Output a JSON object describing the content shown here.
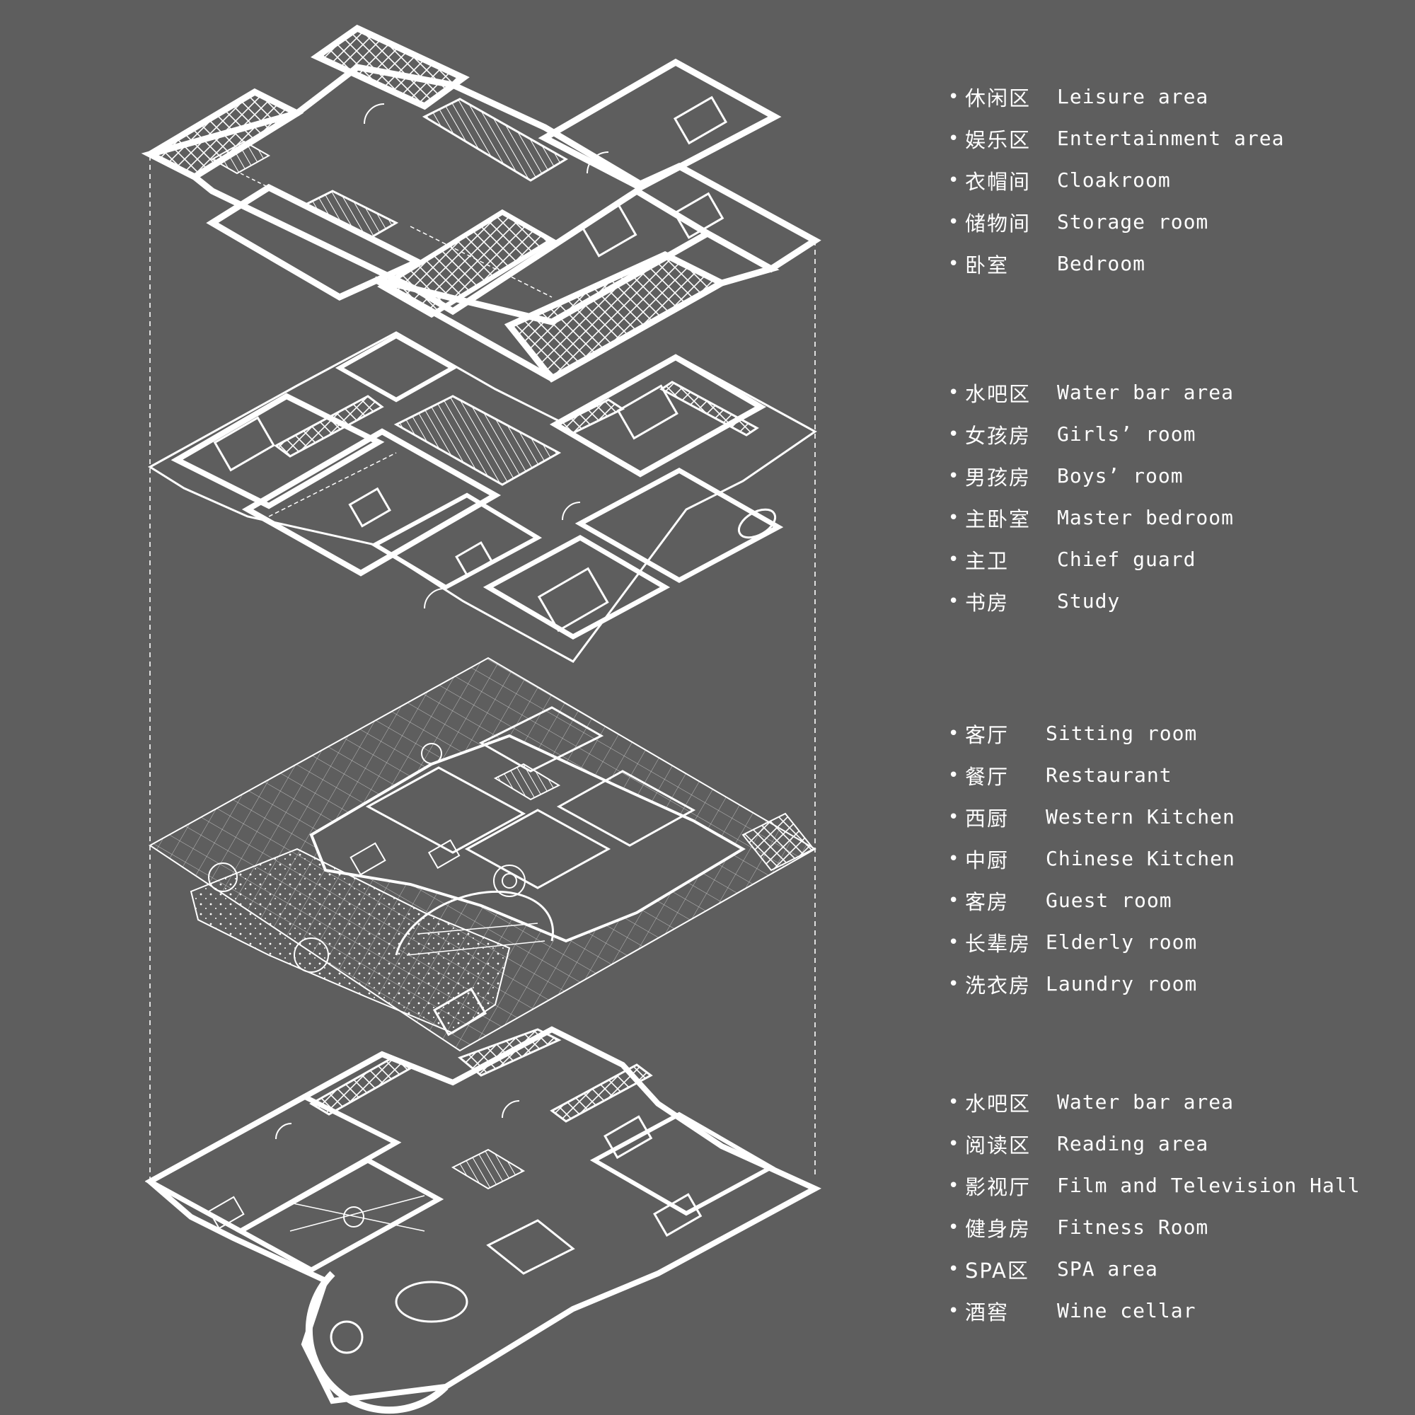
{
  "legend": [
    {
      "items": [
        {
          "zh": "休闲区",
          "en": "Leisure area"
        },
        {
          "zh": "娱乐区",
          "en": "Entertainment area"
        },
        {
          "zh": "衣帽间",
          "en": "Cloakroom"
        },
        {
          "zh": "储物间",
          "en": "Storage room"
        },
        {
          "zh": "卧室",
          "en": "Bedroom"
        }
      ]
    },
    {
      "items": [
        {
          "zh": "水吧区",
          "en": "Water bar area"
        },
        {
          "zh": "女孩房",
          "en": "Girls’ room"
        },
        {
          "zh": "男孩房",
          "en": "Boys’ room"
        },
        {
          "zh": "主卧室",
          "en": "Master bedroom"
        },
        {
          "zh": "主卫",
          "en": "Chief guard"
        },
        {
          "zh": "书房",
          "en": "Study"
        }
      ]
    },
    {
      "items": [
        {
          "zh": "客厅",
          "en": "Sitting room"
        },
        {
          "zh": "餐厅",
          "en": "Restaurant"
        },
        {
          "zh": "西厨",
          "en": "Western Kitchen"
        },
        {
          "zh": "中厨",
          "en": "Chinese Kitchen"
        },
        {
          "zh": "客房",
          "en": "Guest room"
        },
        {
          "zh": "长辈房",
          "en": "Elderly room"
        },
        {
          "zh": "洗衣房",
          "en": "Laundry room"
        }
      ]
    },
    {
      "items": [
        {
          "zh": "水吧区",
          "en": "Water bar area"
        },
        {
          "zh": "阅读区",
          "en": "Reading area"
        },
        {
          "zh": "影视厅",
          "en": "Film and Television Hall"
        },
        {
          "zh": "健身房",
          "en": "Fitness Room"
        },
        {
          "zh": "SPA区",
          "en": "SPA area"
        },
        {
          "zh": "酒窖",
          "en": "Wine cellar"
        }
      ]
    }
  ],
  "colors": {
    "background": "#5e5e5e",
    "line": "#ffffff"
  }
}
